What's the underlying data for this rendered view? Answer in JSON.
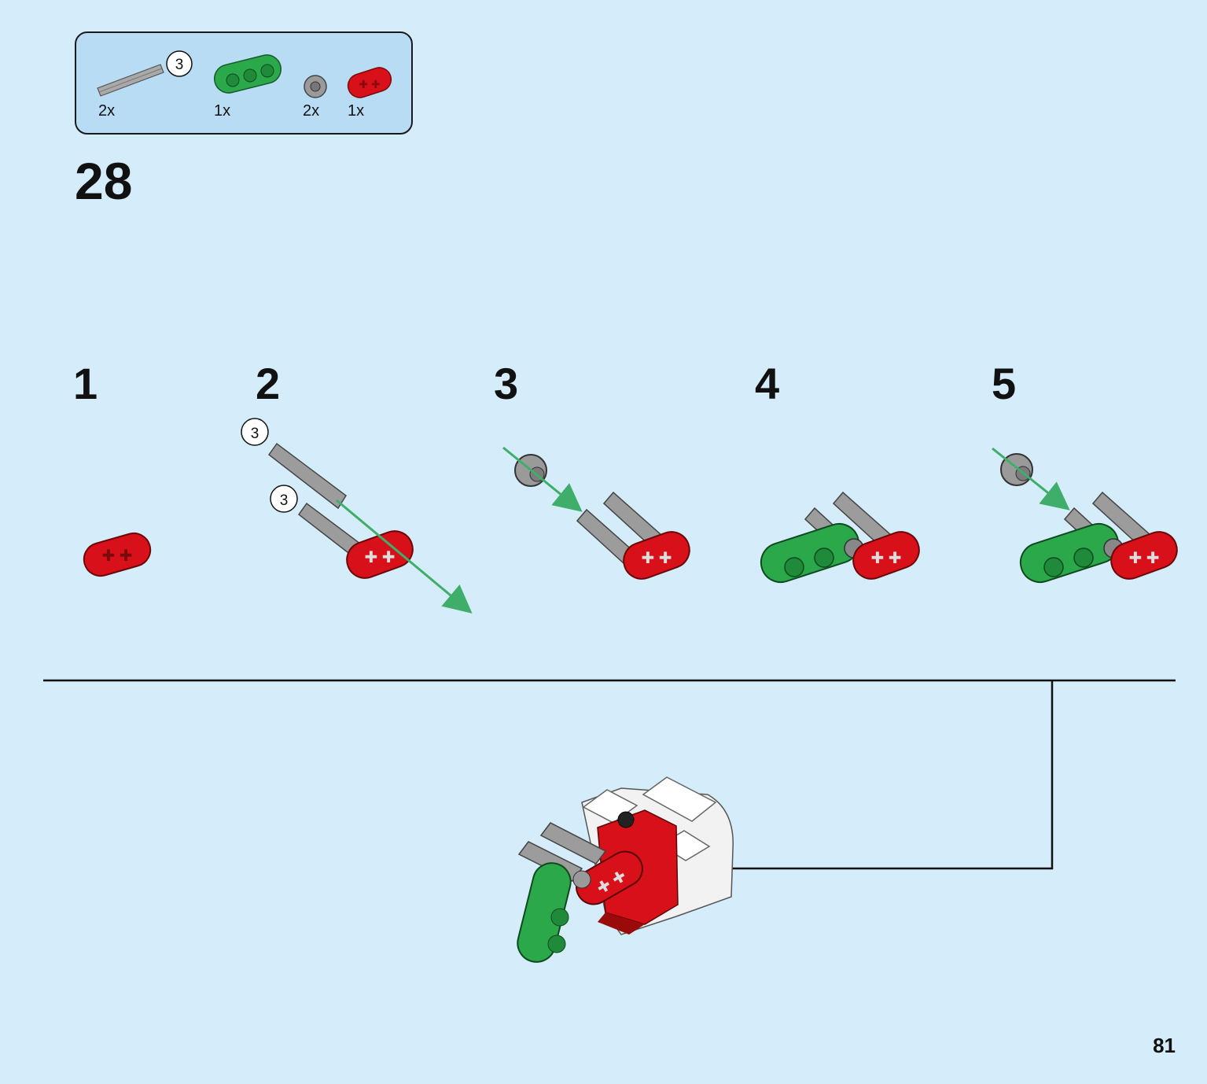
{
  "parts_list": {
    "items": [
      {
        "name": "axle-3",
        "qty": "2x",
        "callout": "3"
      },
      {
        "name": "beam-3-green",
        "qty": "1x"
      },
      {
        "name": "bush-gray",
        "qty": "2x"
      },
      {
        "name": "link-red",
        "qty": "1x"
      }
    ]
  },
  "step_number": "28",
  "sub_steps": [
    {
      "number": "1"
    },
    {
      "number": "2",
      "callouts": [
        "3",
        "3"
      ]
    },
    {
      "number": "3"
    },
    {
      "number": "4"
    },
    {
      "number": "5"
    }
  ],
  "page_number": "81",
  "colors": {
    "background": "#d5ecfa",
    "parts_box": "#b9dcf5",
    "red": "#d8101a",
    "green": "#2aa84a",
    "gray": "#9a9a9a",
    "arrow": "#3fae6a"
  }
}
